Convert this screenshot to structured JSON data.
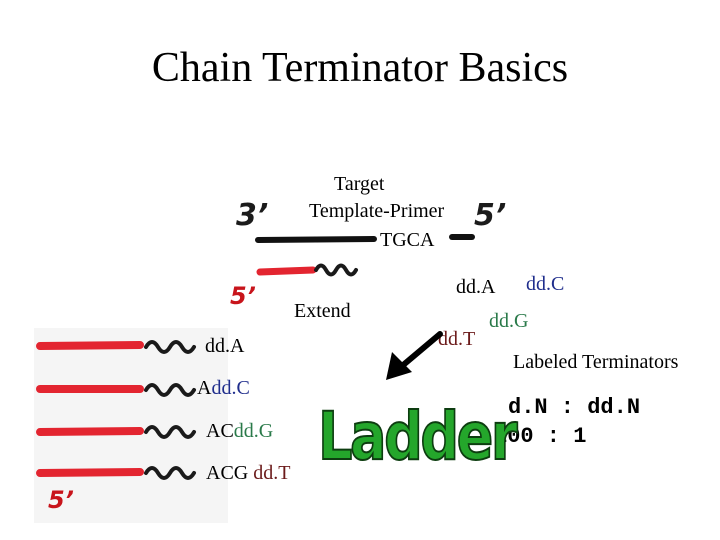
{
  "title": "Chain Terminator Basics",
  "diagram": {
    "target_label": "Target",
    "template_primer_label": "Template-Primer",
    "tgca_label": "TGCA",
    "end_3prime_label": "3’",
    "end_5prime_right_label": "5’",
    "end_5prime_left_label": "5’",
    "extend_label": "Extend",
    "terminators": {
      "dda": "dd.A",
      "ddc": "dd.C",
      "ddt": "dd.T",
      "ddg": "dd.G",
      "colors": {
        "dda": "#000000",
        "ddc": "#1f2d8c",
        "ddt": "#6b1a1a",
        "ddg": "#2a7a4a"
      }
    },
    "labeled_terminators_label": "Labeled Terminators",
    "ratio_line1": "d.N : dd.N",
    "ratio_line2": "100 : 1",
    "ladder_label": "Ladder",
    "products": [
      {
        "prefix": "",
        "terminator": "dd.A"
      },
      {
        "prefix": "A",
        "terminator": "dd.C"
      },
      {
        "prefix": "AC",
        "terminator": "dd.G"
      },
      {
        "prefix": "ACG ",
        "terminator": "dd.T"
      }
    ],
    "product_5prime_label": "5’",
    "colors": {
      "primer": "#e32530",
      "template": "#111111",
      "ladder": "#24a62b"
    }
  }
}
